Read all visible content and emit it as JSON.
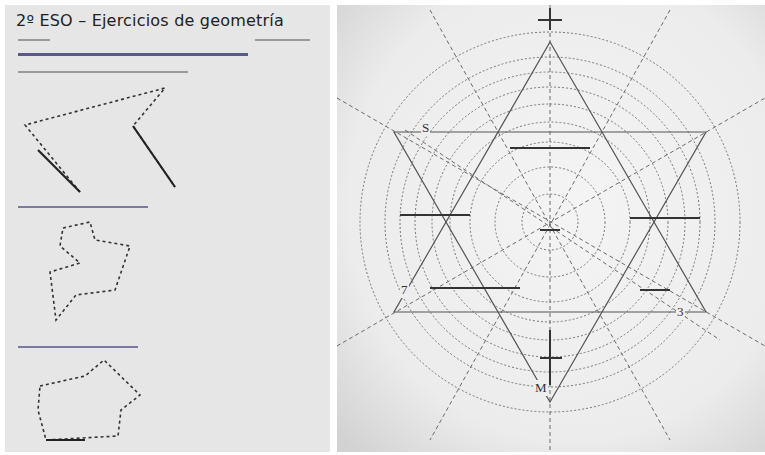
{
  "diagram": {
    "title": "2º ESO – Ejercicios de geometría",
    "labels": [
      "S",
      "7",
      "3",
      "M"
    ]
  }
}
